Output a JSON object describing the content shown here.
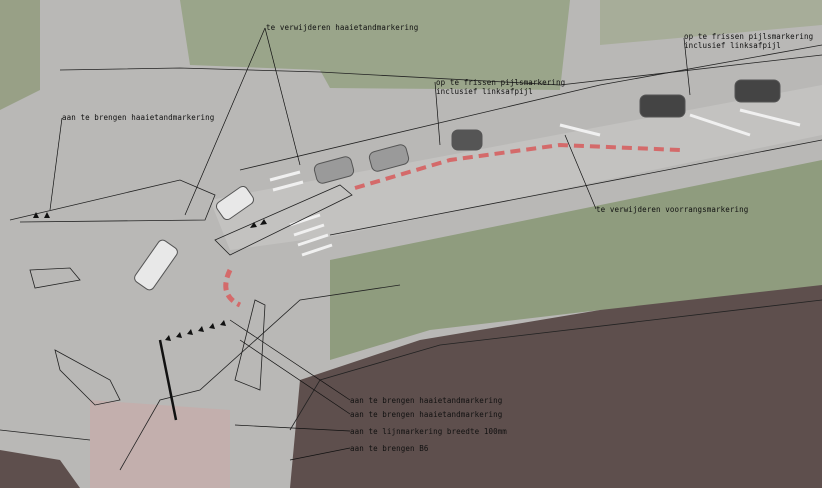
{
  "annotations": {
    "remove_shark_teeth_top": "te verwijderen haaietandmarkering",
    "add_shark_teeth_left": "aan te brengen haaietandmarkering",
    "refresh_arrow_center_1": "op te frissen pijlsmarkering",
    "refresh_arrow_center_2": "inclusief linksafpijl",
    "refresh_arrow_right_1": "op te frissen pijlsmarkering",
    "refresh_arrow_right_2": "inclusief linksafpijl",
    "remove_priority": "te verwijderen voorrangsmarkering",
    "add_shark_teeth_1": "aan te brengen haaietandmarkering",
    "add_shark_teeth_2": "aan te brengen haaietandmarkering",
    "add_line_marking": "aan te lijnmarkering breedte 100mm",
    "add_b6": "aan te brengen B6"
  },
  "colors": {
    "road": "#b9b8b6",
    "vegetation": "#8f9c7e",
    "water": "#5e4f4d",
    "red_marking": "#d46a6a"
  }
}
